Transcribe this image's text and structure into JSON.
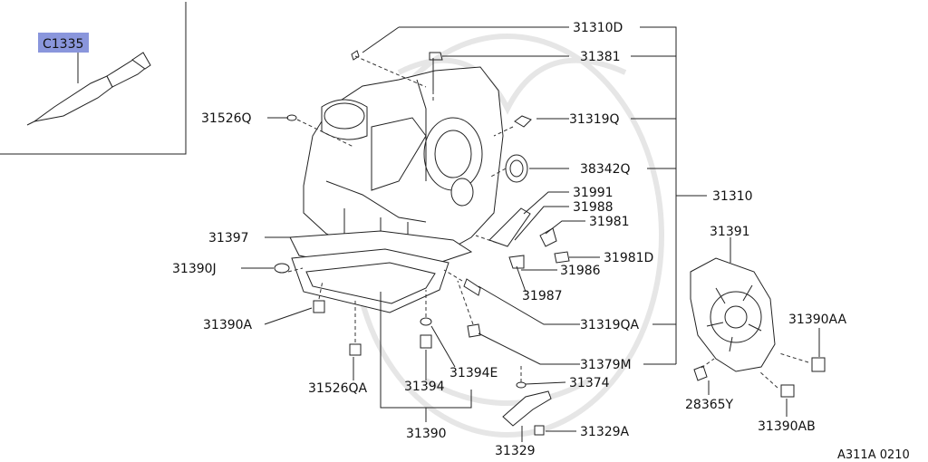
{
  "inset": {
    "part_code": "C1335",
    "highlight_color": "#8a96dc"
  },
  "labels": {
    "p31310D": "31310D",
    "p31381": "31381",
    "p31526Q": "31526Q",
    "p31319Q": "31319Q",
    "p38342Q": "38342Q",
    "p31991": "31991",
    "p31988": "31988",
    "p31981": "31981",
    "p31310": "31310",
    "p31397": "31397",
    "p31391": "31391",
    "p31981D": "31981D",
    "p31390J": "31390J",
    "p31986": "31986",
    "p31987": "31987",
    "p31390A": "31390A",
    "p31390AA": "31390AA",
    "p31319QA": "31319QA",
    "p31379M": "31379M",
    "p31394E": "31394E",
    "p31374": "31374",
    "p31526QA": "31526QA",
    "p31394": "31394",
    "p28365Y": "28365Y",
    "p31390AB": "31390AB",
    "p31390": "31390",
    "p31329A": "31329A",
    "p31329": "31329"
  },
  "footer": {
    "diagram_code": "A311A 0210"
  }
}
